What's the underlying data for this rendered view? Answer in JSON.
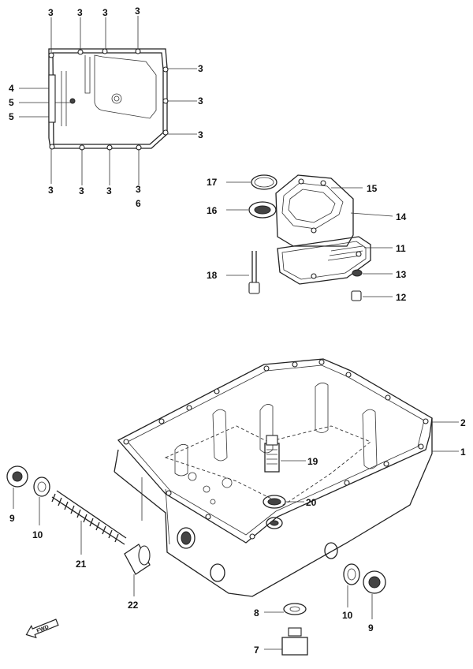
{
  "callouts": [
    {
      "id": "c-top-1",
      "text": "3"
    },
    {
      "id": "c-top-2",
      "text": "3"
    },
    {
      "id": "c-top-3",
      "text": "3"
    },
    {
      "id": "c-top-4",
      "text": "3"
    },
    {
      "id": "c-right-1",
      "text": "3"
    },
    {
      "id": "c-right-2",
      "text": "3"
    },
    {
      "id": "c-right-3",
      "text": "3"
    },
    {
      "id": "c-bot-1",
      "text": "3"
    },
    {
      "id": "c-bot-2",
      "text": "3"
    },
    {
      "id": "c-bot-3",
      "text": "3"
    },
    {
      "id": "c-bot-4",
      "text": "3"
    },
    {
      "id": "c-bot-6",
      "text": "6"
    },
    {
      "id": "c-left-4",
      "text": "4"
    },
    {
      "id": "c-left-5a",
      "text": "5"
    },
    {
      "id": "c-left-5b",
      "text": "5"
    },
    {
      "id": "c-17",
      "text": "17"
    },
    {
      "id": "c-16",
      "text": "16"
    },
    {
      "id": "c-18",
      "text": "18"
    },
    {
      "id": "c-15",
      "text": "15"
    },
    {
      "id": "c-14",
      "text": "14"
    },
    {
      "id": "c-11",
      "text": "11"
    },
    {
      "id": "c-13",
      "text": "13"
    },
    {
      "id": "c-12",
      "text": "12"
    },
    {
      "id": "c-2",
      "text": "2"
    },
    {
      "id": "c-1",
      "text": "1"
    },
    {
      "id": "c-19",
      "text": "19"
    },
    {
      "id": "c-20",
      "text": "20"
    },
    {
      "id": "c-9a",
      "text": "9"
    },
    {
      "id": "c-10a",
      "text": "10"
    },
    {
      "id": "c-21",
      "text": "21"
    },
    {
      "id": "c-22",
      "text": "22"
    },
    {
      "id": "c-8",
      "text": "8"
    },
    {
      "id": "c-10b",
      "text": "10"
    },
    {
      "id": "c-9b",
      "text": "9"
    },
    {
      "id": "c-7",
      "text": "7"
    }
  ],
  "front_arrow": "FWD"
}
